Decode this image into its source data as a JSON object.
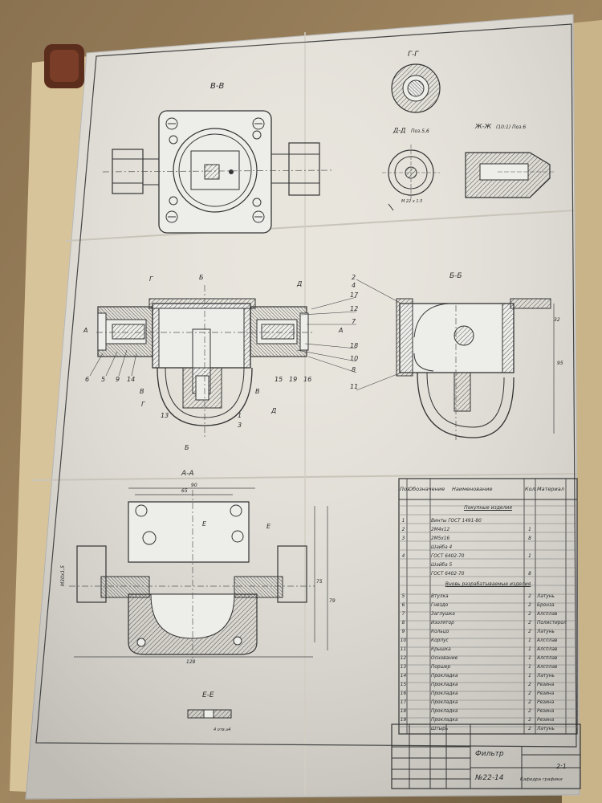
{
  "views": {
    "vv": "В-В",
    "gg": "Г-Г",
    "dd": "Д-Д",
    "dd_note": "Поз.5,6",
    "zhzh": "Ж-Ж",
    "zhzh_note": "(10:1) Поз.6",
    "bb": "Б-Б",
    "aa": "А-А",
    "ee": "Е-Е",
    "ee_note": "4 отв.⌀4",
    "thread_label": "М 22 x 1.5"
  },
  "callouts": [
    "2",
    "4",
    "12",
    "17",
    "7",
    "18",
    "10",
    "8",
    "11",
    "6",
    "5",
    "9",
    "14",
    "13",
    "1",
    "3",
    "15",
    "19",
    "16"
  ],
  "section_marks": [
    "Г",
    "Б",
    "Д",
    "А",
    "А",
    "В",
    "В",
    "Г",
    "Д",
    "Б",
    "Е",
    "Е"
  ],
  "dimensions": [
    "65",
    "90",
    "128",
    "75",
    "79",
    "М30x1,5",
    "32",
    "95"
  ],
  "spec_table": {
    "headers": [
      "Поз.",
      "Обозначение",
      "Наименование",
      "Кол.",
      "Материал"
    ],
    "section_buy": "Покупные изделия",
    "buy_items": [
      {
        "pos": "1",
        "name": "Винты ГОСТ 1491-80",
        "qty": "",
        "mat": ""
      },
      {
        "pos": "2",
        "name": "2М4x12",
        "qty": "1",
        "mat": ""
      },
      {
        "pos": "3",
        "name": "2М5x16",
        "qty": "8",
        "mat": ""
      },
      {
        "pos": "",
        "name": "Шайба 4",
        "qty": "",
        "mat": ""
      },
      {
        "pos": "4",
        "name": "ГОСТ 6402-70",
        "qty": "1",
        "mat": ""
      },
      {
        "pos": "",
        "name": "Шайба 5",
        "qty": "",
        "mat": ""
      },
      {
        "pos": "",
        "name": "ГОСТ 6402-70",
        "qty": "8",
        "mat": ""
      }
    ],
    "section_new": "Вновь разрабатываемые изделия",
    "new_items": [
      {
        "pos": "5",
        "name": "Втулка",
        "qty": "2",
        "mat": "Латунь"
      },
      {
        "pos": "6",
        "name": "Гнездо",
        "qty": "2",
        "mat": "Бронза"
      },
      {
        "pos": "7",
        "name": "Заглушка",
        "qty": "2",
        "mat": "Алсплав"
      },
      {
        "pos": "8",
        "name": "Изолятор",
        "qty": "2",
        "mat": "Полистирол"
      },
      {
        "pos": "9",
        "name": "Кольцо",
        "qty": "2",
        "mat": "Латунь"
      },
      {
        "pos": "10",
        "name": "Корпус",
        "qty": "1",
        "mat": "Алсплав"
      },
      {
        "pos": "11",
        "name": "Крышка",
        "qty": "1",
        "mat": "Алсплав"
      },
      {
        "pos": "12",
        "name": "Основание",
        "qty": "1",
        "mat": "Алсплав"
      },
      {
        "pos": "13",
        "name": "Поршер",
        "qty": "1",
        "mat": "Алсплав"
      },
      {
        "pos": "14",
        "name": "Прокладка",
        "qty": "1",
        "mat": "Латунь"
      },
      {
        "pos": "15",
        "name": "Прокладка",
        "qty": "2",
        "mat": "Резина"
      },
      {
        "pos": "16",
        "name": "Прокладка",
        "qty": "2",
        "mat": "Резина"
      },
      {
        "pos": "17",
        "name": "Прокладка",
        "qty": "2",
        "mat": "Резина"
      },
      {
        "pos": "18",
        "name": "Прокладка",
        "qty": "2",
        "mat": "Резина"
      },
      {
        "pos": "19",
        "name": "Прокладка",
        "qty": "2",
        "mat": "Резина"
      },
      {
        "pos": "",
        "name": "Штырь",
        "qty": "2",
        "mat": "Латунь"
      }
    ]
  },
  "title_block": {
    "title": "Фильтр",
    "number": "№22-14",
    "scale": "2:1",
    "org": "Кафедра графики"
  },
  "colors": {
    "paper": "#e9e6df",
    "line": "#3a3a3a",
    "background": "#7a6648"
  }
}
